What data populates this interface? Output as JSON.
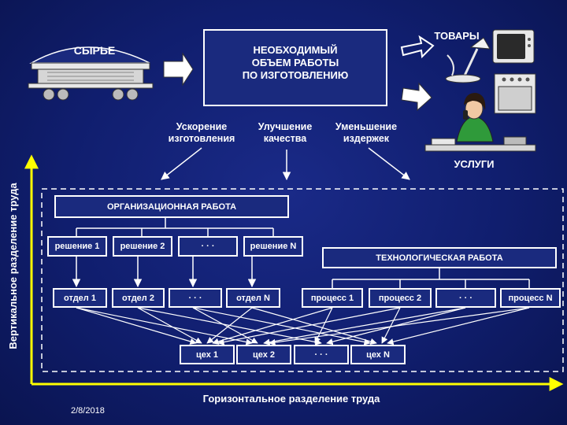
{
  "raw_material": "СЫРЬЕ",
  "main_box": [
    "НЕОБХОДИМЫЙ",
    "ОБЪЕМ РАБОТЫ",
    "ПО ИЗГОТОВЛЕНИЮ"
  ],
  "goods": "ТОВАРЫ",
  "services": "УСЛУГИ",
  "goals": [
    [
      "Ускорение",
      "изготовления"
    ],
    [
      "Улучшение",
      "качества"
    ],
    [
      "Уменьшение",
      "издержек"
    ]
  ],
  "vertical_axis": "Вертикальное разделение труда",
  "horizontal_axis": "Горизонтальное разделение труда",
  "org_work": "ОРГАНИЗАЦИОННАЯ РАБОТА",
  "tech_work": "ТЕХНОЛОГИЧЕСКАЯ РАБОТА",
  "decisions": [
    "решение 1",
    "решение 2",
    "· · ·",
    "решение N"
  ],
  "departments": [
    "отдел 1",
    "отдел 2",
    "· · ·",
    "отдел N"
  ],
  "processes": [
    "процесс 1",
    "процесс 2",
    "· · ·",
    "процесс N"
  ],
  "workshops": [
    "цех 1",
    "цех 2",
    "· · ·",
    "цех N"
  ],
  "date": "2/8/2018",
  "colors": {
    "background": "#101e6e",
    "box_fill": "#1a2a7e",
    "line": "#ffffff",
    "axis": "#ffff00"
  }
}
